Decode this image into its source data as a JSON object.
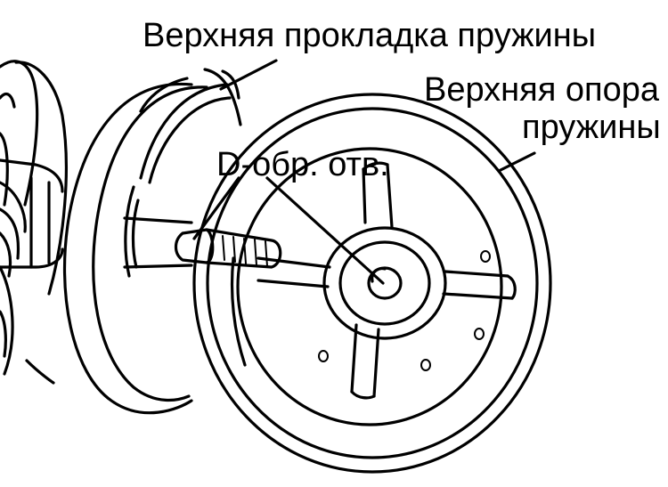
{
  "labels": {
    "upper_gasket": "Верхняя прокладка пружины",
    "upper_seat_line1": "Верхняя опора",
    "upper_seat_line2": "пружины",
    "d_hole": "D-обр. отв."
  },
  "colors": {
    "ink": "#000000",
    "paper": "#ffffff"
  }
}
